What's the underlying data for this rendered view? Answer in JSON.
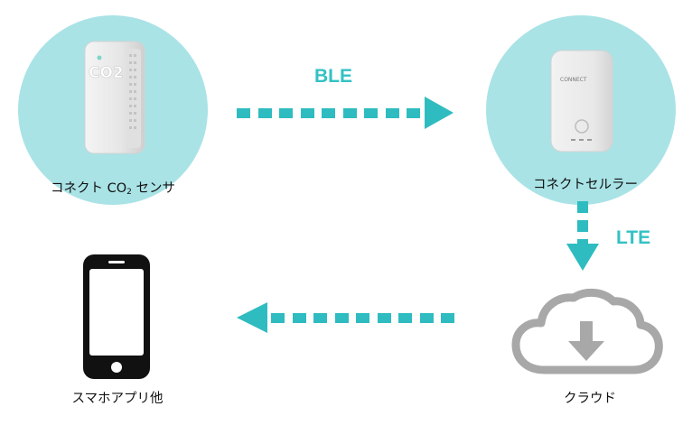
{
  "nodes": {
    "sensor": {
      "label_main": "コネクト CO",
      "label_sub": "2",
      "label_tail": " センサ",
      "device_text": "CO2"
    },
    "cellular": {
      "label": "コネクトセルラー",
      "device_text": "CONNECT"
    },
    "cloud": {
      "label": "クラウド",
      "icon": "cloud-download-icon"
    },
    "phone": {
      "label": "スマホアプリ他",
      "icon": "smartphone-icon"
    }
  },
  "links": {
    "ble": {
      "label": "BLE",
      "from": "sensor",
      "to": "cellular"
    },
    "lte": {
      "label": "LTE",
      "from": "cellular",
      "to": "cloud"
    },
    "app": {
      "label": "",
      "from": "cloud",
      "to": "phone"
    }
  },
  "colors": {
    "circle": "#a9e3e6",
    "arrow": "#2fbcc0",
    "protocol_text": "#33c1c4",
    "cloud": "#a8a8a8",
    "phone": "#111111"
  }
}
